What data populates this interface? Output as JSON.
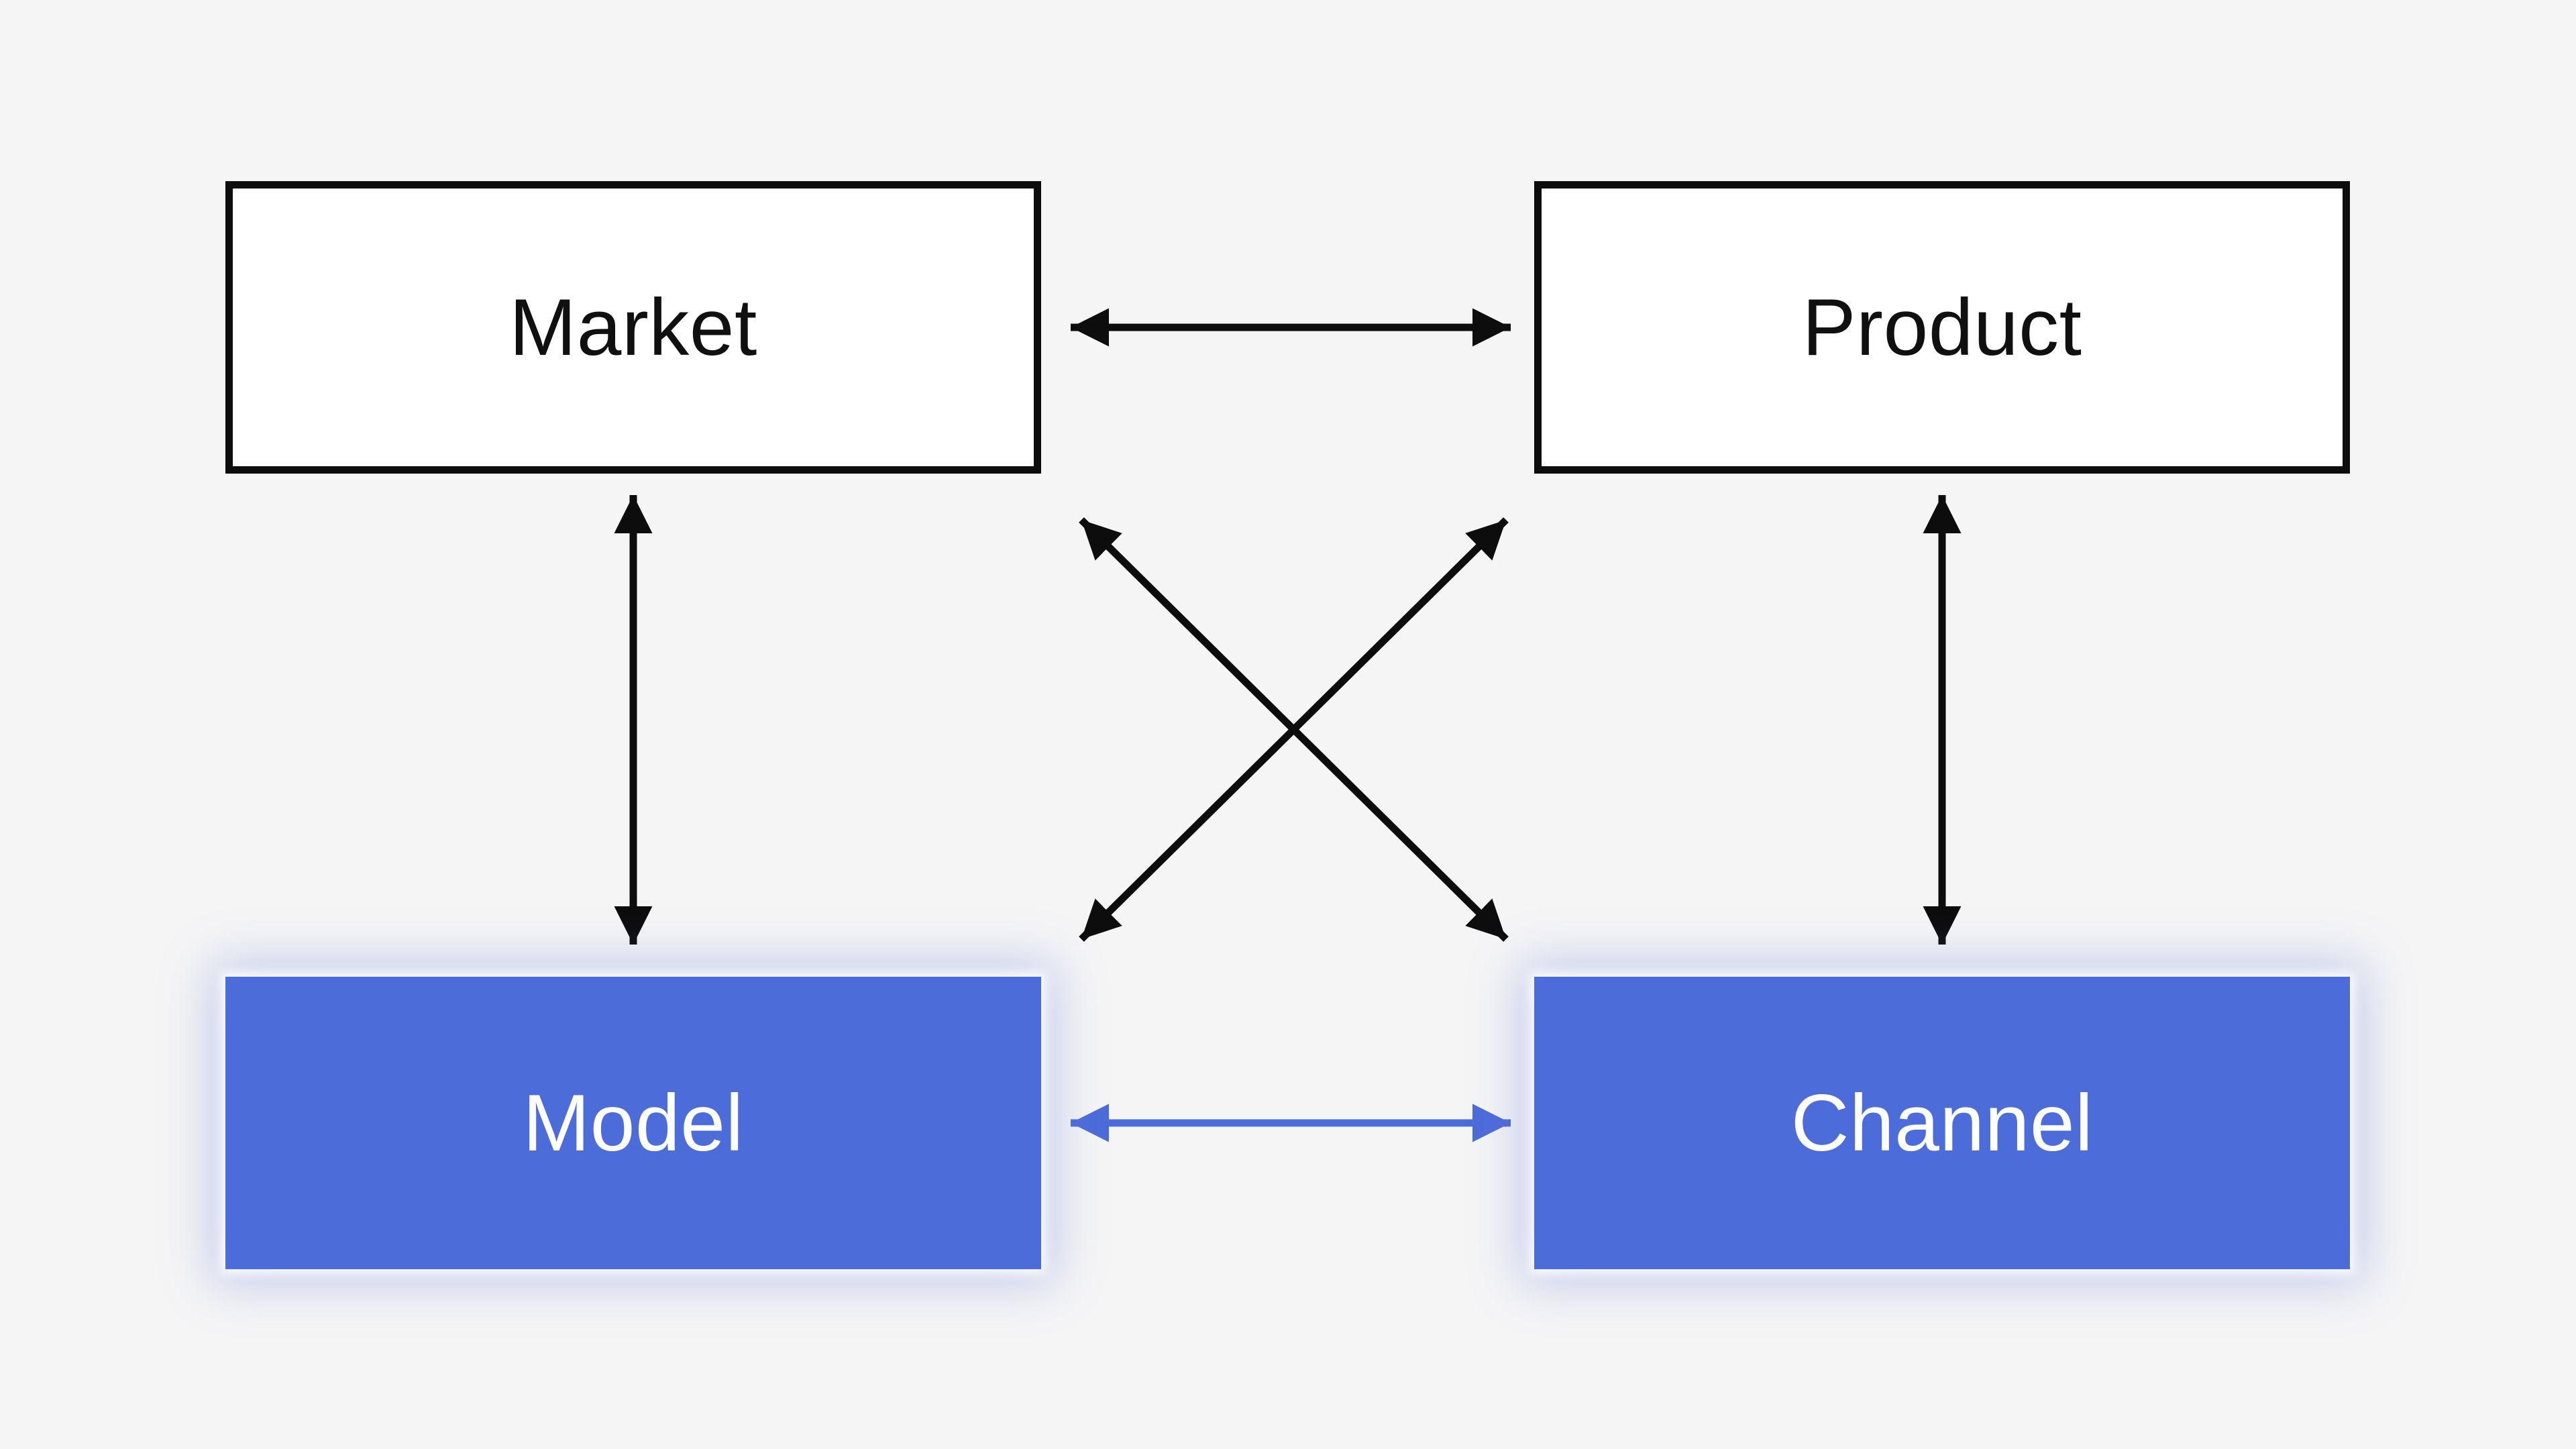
{
  "diagram": {
    "background_color": "#f5f5f6",
    "colors": {
      "black": "#0d0d0e",
      "accent": "#4c6cd9",
      "outline_box_fill": "#ffffff",
      "outline_box_text": "#101011",
      "filled_box_fill": "#4c6cd9",
      "filled_box_text": "#ffffff"
    },
    "nodes": [
      {
        "id": "market",
        "label": "Market",
        "style": "outline"
      },
      {
        "id": "product",
        "label": "Product",
        "style": "outline"
      },
      {
        "id": "model",
        "label": "Model",
        "style": "filled"
      },
      {
        "id": "channel",
        "label": "Channel",
        "style": "filled"
      }
    ],
    "edges": [
      {
        "id": "market-product",
        "from": "Market",
        "to": "Product",
        "color": "black",
        "double_headed": true
      },
      {
        "id": "model-channel",
        "from": "Model",
        "to": "Channel",
        "color": "accent",
        "double_headed": true
      },
      {
        "id": "market-model",
        "from": "Market",
        "to": "Model",
        "color": "black",
        "double_headed": true
      },
      {
        "id": "product-channel",
        "from": "Product",
        "to": "Channel",
        "color": "black",
        "double_headed": true
      },
      {
        "id": "market-channel",
        "from": "Market",
        "to": "Channel",
        "color": "black",
        "double_headed": true
      },
      {
        "id": "product-model",
        "from": "Product",
        "to": "Model",
        "color": "black",
        "double_headed": true
      }
    ]
  }
}
